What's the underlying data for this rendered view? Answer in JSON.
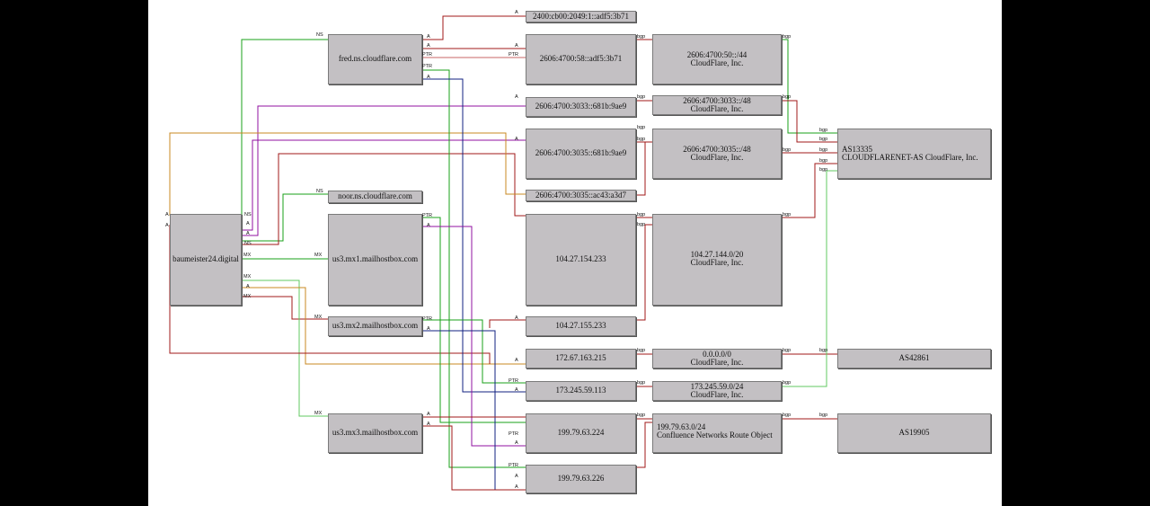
{
  "colors": {
    "background": "#000000",
    "canvas": "#ffffff",
    "node_fill": "#c3c0c3",
    "a_record": "#a01818",
    "ns_record": "#1aa01a",
    "ptr_record": "#c86464",
    "aaaa_purple": "#9010a0",
    "orange": "#c88820",
    "navy": "#102080",
    "light_green": "#60c860"
  },
  "nodes": {
    "domain": "baumeister24.digital",
    "ns1": "fred.ns.cloudflare.com",
    "ns2": "noor.ns.cloudflare.com",
    "mx1": "us3.mx1.mailhostbox.com",
    "mx2": "us3.mx2.mailhostbox.com",
    "mx3": "us3.mx3.mailhostbox.com",
    "ip6_1": "2400:cb00:2049:1::adf5:3b71",
    "ip6_2": "2606:4700:58::adf5:3b71",
    "ip6_3": "2606:4700:3033::681b:9ae9",
    "ip6_4": "2606:4700:3035::681b:9ae9",
    "ip6_5": "2606:4700:3035::ac43:a3d7",
    "ip4_1": "104.27.154.233",
    "ip4_2": "104.27.155.233",
    "ip4_3": "172.67.163.215",
    "ip4_4": "173.245.59.113",
    "ip4_5": "199.79.63.224",
    "ip4_6": "199.79.63.226",
    "pfx1": {
      "range": "2606:4700:50::/44",
      "org": "CloudFlare, Inc."
    },
    "pfx2": {
      "range": "2606:4700:3033::/48",
      "org": "CloudFlare, Inc."
    },
    "pfx3": {
      "range": "2606:4700:3035::/48",
      "org": "CloudFlare, Inc."
    },
    "pfx4": {
      "range": "104.27.144.0/20",
      "org": "CloudFlare, Inc."
    },
    "pfx5": {
      "range": "0.0.0.0/0",
      "org": "CloudFlare, Inc."
    },
    "pfx6": {
      "range": "173.245.59.0/24",
      "org": "CloudFlare, Inc."
    },
    "pfx7": {
      "range": "199.79.63.0/24",
      "org": "Confluence Networks Route Object"
    },
    "as1": {
      "name": "AS13335",
      "desc": "CLOUDFLARENET-AS CloudFlare, Inc."
    },
    "as2": "AS42861",
    "as3": "AS19905"
  },
  "edge_labels": {
    "a": "A",
    "ns": "NS",
    "mx": "MX",
    "ptr": "PTR",
    "bgp": "bgp"
  }
}
